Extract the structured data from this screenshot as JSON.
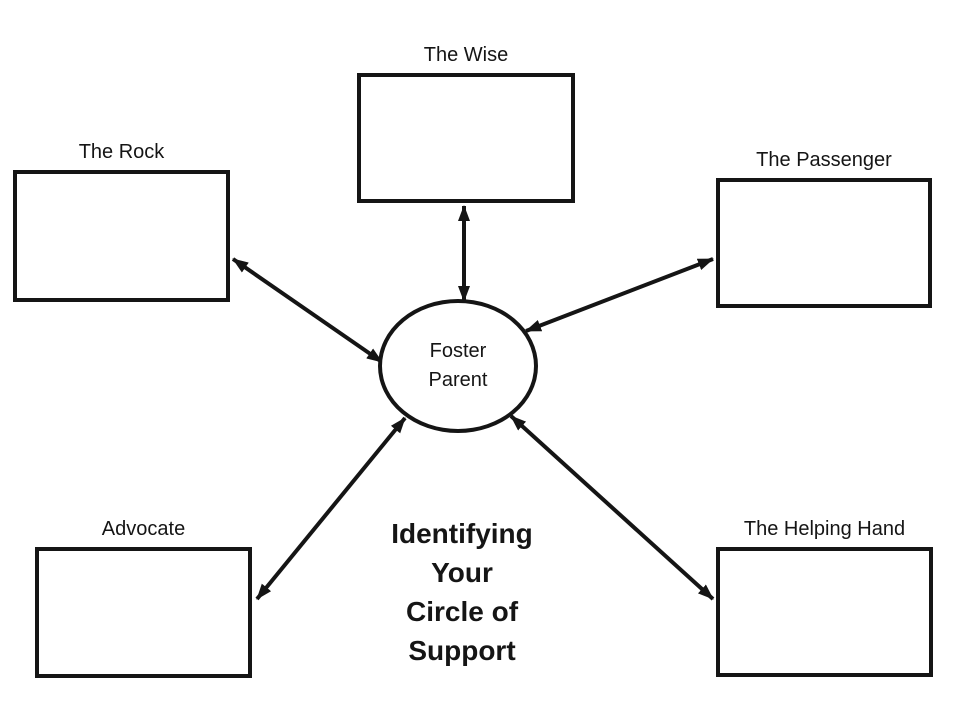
{
  "diagram": {
    "title_lines": [
      "Identifying",
      "Your",
      "Circle of",
      "Support"
    ],
    "center": {
      "lines": [
        "Foster",
        "Parent"
      ]
    },
    "nodes": [
      {
        "id": "wise",
        "label": "The Wise"
      },
      {
        "id": "rock",
        "label": "The Rock"
      },
      {
        "id": "passenger",
        "label": "The Passenger"
      },
      {
        "id": "advocate",
        "label": "Advocate"
      },
      {
        "id": "helping-hand",
        "label": "The Helping Hand"
      }
    ],
    "colors": {
      "stroke": "#151515",
      "text": "#151515",
      "background": "#ffffff"
    }
  }
}
